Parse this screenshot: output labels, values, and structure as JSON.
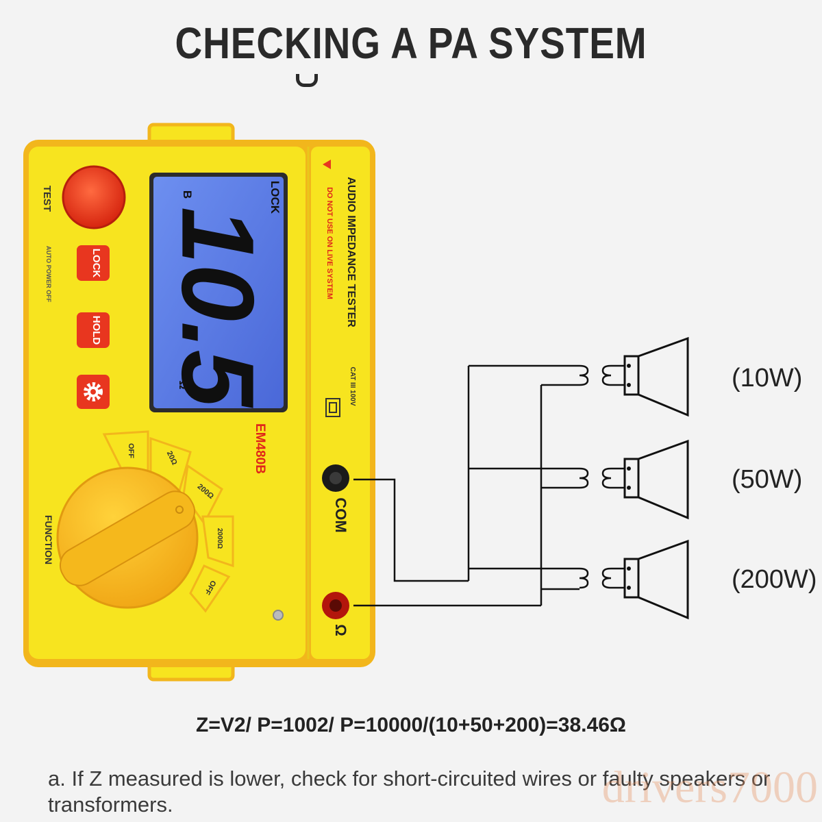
{
  "title": "CHECKING A PA SYSTEM",
  "device": {
    "model": "EM480B",
    "name": "AUDIO IMPEDANCE TESTER",
    "warning": "DO NOT USE ON LIVE SYSTEM",
    "rating": "CAT III 100V",
    "test_label": "TEST",
    "auto_power_off": "AUTO POWER OFF",
    "lock_button": "LOCK",
    "hold_button": "HOLD",
    "function_label": "FUNCTION",
    "com_jack": "COM",
    "ohm_jack": "Ω",
    "display": {
      "reading": "10.5",
      "unit": "Ω",
      "lock_indicator": "LOCK",
      "range_indicator": "B"
    },
    "dial_positions": [
      "OFF",
      "20Ω",
      "200Ω",
      "2000Ω",
      "OFF"
    ]
  },
  "speakers": [
    {
      "label": "(10W)"
    },
    {
      "label": "(50W)"
    },
    {
      "label": "(200W)"
    }
  ],
  "formula": "Z=V2/ P=1002/ P=10000/(10+50+200)=38.46Ω",
  "note": "a. If Z measured is lower, check for short-circuited wires or faulty speakers or transformers.",
  "watermark": "drivers7000",
  "colors": {
    "body_yellow": "#f7e41f",
    "body_orange": "#f2b61c",
    "lcd_blue": "#5c7ee6",
    "button_red": "#e8361f",
    "model_red": "#e0261a"
  }
}
